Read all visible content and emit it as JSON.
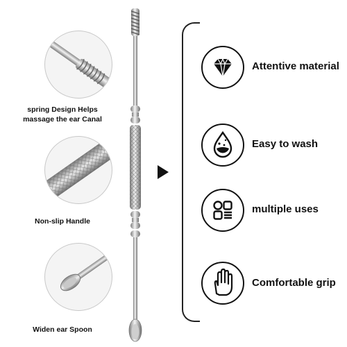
{
  "details": [
    {
      "caption_line1": "spring Design Helps",
      "caption_line2": "massage the ear Canal",
      "icon": "spring-tip-closeup"
    },
    {
      "caption_line1": "Non-slip Handle",
      "icon": "knurled-handle-closeup"
    },
    {
      "caption_line1": "Widen ear Spoon",
      "icon": "spoon-tip-closeup"
    }
  ],
  "pointer_icon": "play-triangle",
  "features": [
    {
      "label": "Attentive material",
      "icon": "diamond-icon"
    },
    {
      "label": "Easy to wash",
      "icon": "water-drop-icon"
    },
    {
      "label": "multiple uses",
      "icon": "grid-apps-icon"
    },
    {
      "label": "Comfortable grip",
      "icon": "hand-icon"
    }
  ],
  "colors": {
    "text": "#111111",
    "steel": "#b8b8b8",
    "background": "#ffffff"
  }
}
